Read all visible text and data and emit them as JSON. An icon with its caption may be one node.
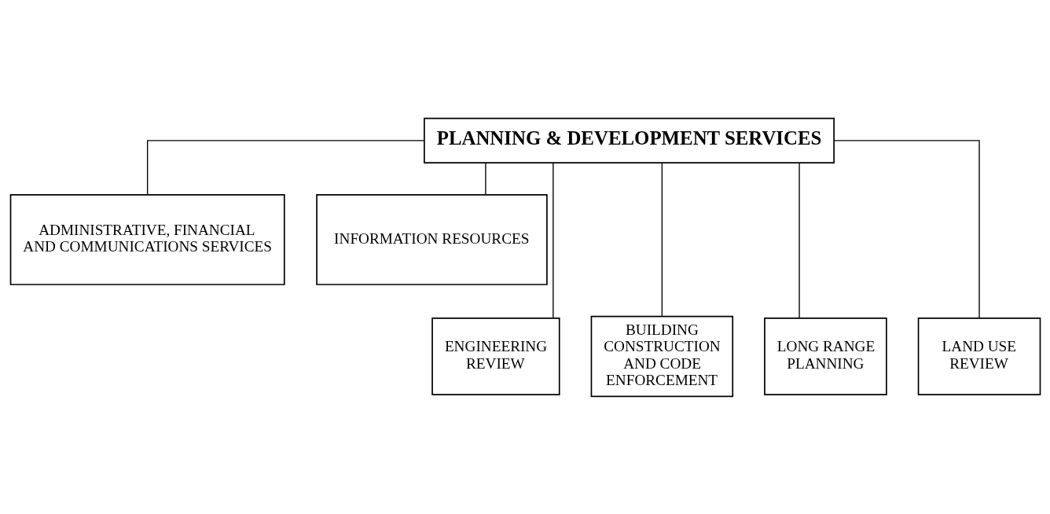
{
  "diagram": {
    "nodes": [
      {
        "text": [
          "PLANNING & DEVELOPMENT SERVICES"
        ]
      },
      {
        "text": [
          "ADMINISTRATIVE, FINANCIAL AND COMMUNICATIONS SERVICES"
        ]
      },
      {
        "text": [
          "INFORMATION RESOURCES"
        ]
      },
      {
        "text": [
          "ENGINEERING REVIEW"
        ]
      },
      {
        "text": [
          "BUILDING CONSTRUCTION AND CODE ENFORCEMENT"
        ]
      },
      {
        "text": [
          "LONG RANGE PLANNING"
        ]
      },
      {
        "text": [
          "LAND USE REVIEW"
        ]
      }
    ],
    "edges": [
      {
        "from": 0,
        "to": 1,
        "arrow": "none"
      },
      {
        "from": 0,
        "to": 2,
        "arrow": "none"
      },
      {
        "from": 0,
        "to": 3,
        "arrow": "none"
      },
      {
        "from": 0,
        "to": 4,
        "arrow": "none"
      },
      {
        "from": 0,
        "to": 5,
        "arrow": "none"
      },
      {
        "from": 0,
        "to": 6,
        "arrow": "none"
      }
    ]
  }
}
